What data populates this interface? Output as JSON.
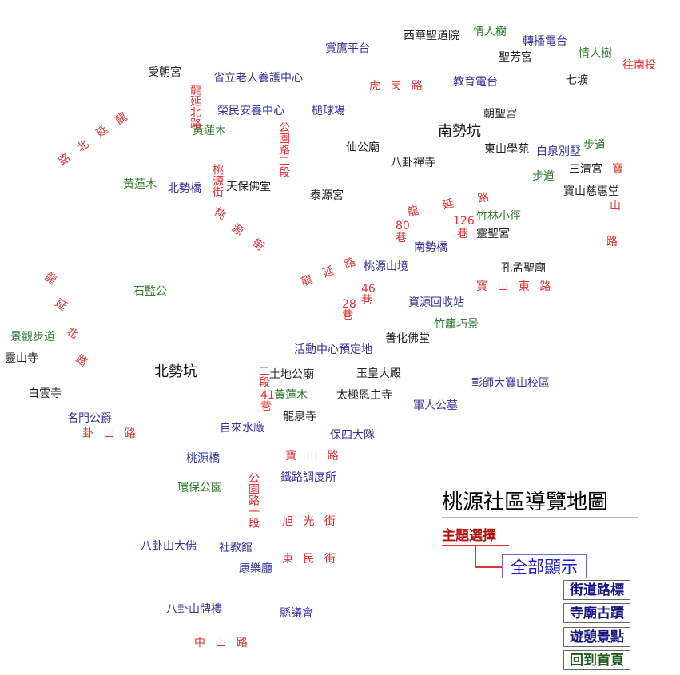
{
  "title": "桃源社區導覽地圖",
  "theme_label": "主題選擇",
  "show_all_label": "全部顯示",
  "menu": [
    {
      "label": "街道路標",
      "kind": "normal"
    },
    {
      "label": "寺廟古蹟",
      "kind": "normal"
    },
    {
      "label": "遊憩景點",
      "kind": "normal"
    },
    {
      "label": "回到首頁",
      "kind": "home"
    }
  ],
  "colors": {
    "temple": "#222222",
    "facility": "#33339a",
    "scenic": "#2f7a2f",
    "street": "#e23434"
  },
  "labels": [
    {
      "text": "西華聖道院",
      "style": "black"
    },
    {
      "text": "情人樹",
      "style": "green"
    },
    {
      "text": "轉播電台",
      "style": "blue"
    },
    {
      "text": "賞鷹平台",
      "style": "blue"
    },
    {
      "text": "聖芳宮",
      "style": "black"
    },
    {
      "text": "情人樹",
      "style": "green"
    },
    {
      "text": "往南投",
      "style": "red"
    },
    {
      "text": "受朝宮",
      "style": "black"
    },
    {
      "text": "省立老人養護中心",
      "style": "blue"
    },
    {
      "text": "教育電台",
      "style": "blue"
    },
    {
      "text": "七壙",
      "style": "black"
    },
    {
      "text": "榮民安養中心",
      "style": "blue"
    },
    {
      "text": "槌球場",
      "style": "blue"
    },
    {
      "text": "朝聖宮",
      "style": "black"
    },
    {
      "text": "黃蓮木",
      "style": "green"
    },
    {
      "text": "南勢坑",
      "style": "big"
    },
    {
      "text": "仙公廟",
      "style": "black"
    },
    {
      "text": "東山學苑",
      "style": "black"
    },
    {
      "text": "白泉別墅",
      "style": "blue"
    },
    {
      "text": "步道",
      "style": "green"
    },
    {
      "text": "八卦禪寺",
      "style": "black"
    },
    {
      "text": "三清宮",
      "style": "black"
    },
    {
      "text": "步道",
      "style": "green"
    },
    {
      "text": "黃蓮木",
      "style": "green"
    },
    {
      "text": "北勢橋",
      "style": "blue"
    },
    {
      "text": "天保佛堂",
      "style": "black"
    },
    {
      "text": "泰源宮",
      "style": "black"
    },
    {
      "text": "寶山慈惠堂",
      "style": "black"
    },
    {
      "text": "竹林小徑",
      "style": "green"
    },
    {
      "text": "靈聖宮",
      "style": "black"
    },
    {
      "text": "南勢橋",
      "style": "blue"
    },
    {
      "text": "桃源山境",
      "style": "blue"
    },
    {
      "text": "孔孟聖廟",
      "style": "black"
    },
    {
      "text": "石監公",
      "style": "green"
    },
    {
      "text": "資源回收站",
      "style": "blue"
    },
    {
      "text": "竹籬巧景",
      "style": "green"
    },
    {
      "text": "景觀步道",
      "style": "green"
    },
    {
      "text": "善化佛堂",
      "style": "black"
    },
    {
      "text": "活動中心預定地",
      "style": "blue"
    },
    {
      "text": "靈山寺",
      "style": "black"
    },
    {
      "text": "北勢坑",
      "style": "big"
    },
    {
      "text": "土地公廟",
      "style": "black"
    },
    {
      "text": "玉皇大殿",
      "style": "black"
    },
    {
      "text": "彰師大寶山校區",
      "style": "blue"
    },
    {
      "text": "白雲寺",
      "style": "black"
    },
    {
      "text": "黃蓮木",
      "style": "green"
    },
    {
      "text": "太極恩主寺",
      "style": "black"
    },
    {
      "text": "軍人公墓",
      "style": "blue"
    },
    {
      "text": "名門公爵",
      "style": "blue"
    },
    {
      "text": "龍泉寺",
      "style": "black"
    },
    {
      "text": "自來水廠",
      "style": "blue"
    },
    {
      "text": "保四大隊",
      "style": "blue"
    },
    {
      "text": "桃源橋",
      "style": "blue"
    },
    {
      "text": "鐵路調度所",
      "style": "blue"
    },
    {
      "text": "環保公園",
      "style": "green"
    },
    {
      "text": "八卦山大佛",
      "style": "blue"
    },
    {
      "text": "社教館",
      "style": "blue"
    },
    {
      "text": "康樂廳",
      "style": "blue"
    },
    {
      "text": "八卦山牌樓",
      "style": "blue"
    },
    {
      "text": "縣議會",
      "style": "blue"
    },
    {
      "text": "虎 岗 路",
      "style": "red"
    },
    {
      "text": "寶",
      "style": "red"
    },
    {
      "text": "山",
      "style": "red"
    },
    {
      "text": "路",
      "style": "red"
    },
    {
      "text": "126",
      "style": "red"
    },
    {
      "text": "巷",
      "style": "red"
    },
    {
      "text": "80",
      "style": "red"
    },
    {
      "text": "巷",
      "style": "red"
    },
    {
      "text": "寶 山 東 路",
      "style": "red"
    },
    {
      "text": "46",
      "style": "red"
    },
    {
      "text": "巷",
      "style": "red"
    },
    {
      "text": "28",
      "style": "red"
    },
    {
      "text": "巷",
      "style": "red"
    },
    {
      "text": "41",
      "style": "red"
    },
    {
      "text": "巷",
      "style": "red"
    },
    {
      "text": "卦 山 路",
      "style": "red"
    },
    {
      "text": "寶 山 路",
      "style": "red"
    },
    {
      "text": "旭 光 街",
      "style": "red"
    },
    {
      "text": "東 民 街",
      "style": "red"
    },
    {
      "text": "中 山 路",
      "style": "red"
    },
    {
      "text": "龍延北路",
      "style": "red"
    },
    {
      "text": "公園路二段",
      "style": "red"
    },
    {
      "text": "桃源街",
      "style": "red"
    },
    {
      "text": "二段",
      "style": "red"
    },
    {
      "text": "公園路一段",
      "style": "red"
    },
    {
      "text": "龍",
      "style": "red"
    },
    {
      "text": "延",
      "style": "red"
    },
    {
      "text": "北",
      "style": "red"
    },
    {
      "text": "路",
      "style": "red"
    },
    {
      "text": "龍",
      "style": "red"
    },
    {
      "text": "延",
      "style": "red"
    },
    {
      "text": "北",
      "style": "red"
    },
    {
      "text": "路",
      "style": "red"
    },
    {
      "text": "桃",
      "style": "red"
    },
    {
      "text": "源",
      "style": "red"
    },
    {
      "text": "街",
      "style": "red"
    },
    {
      "text": "龍",
      "style": "red"
    },
    {
      "text": "延",
      "style": "red"
    },
    {
      "text": "路",
      "style": "red"
    },
    {
      "text": "龍",
      "style": "red"
    },
    {
      "text": "延",
      "style": "red"
    },
    {
      "text": "路",
      "style": "red"
    }
  ]
}
